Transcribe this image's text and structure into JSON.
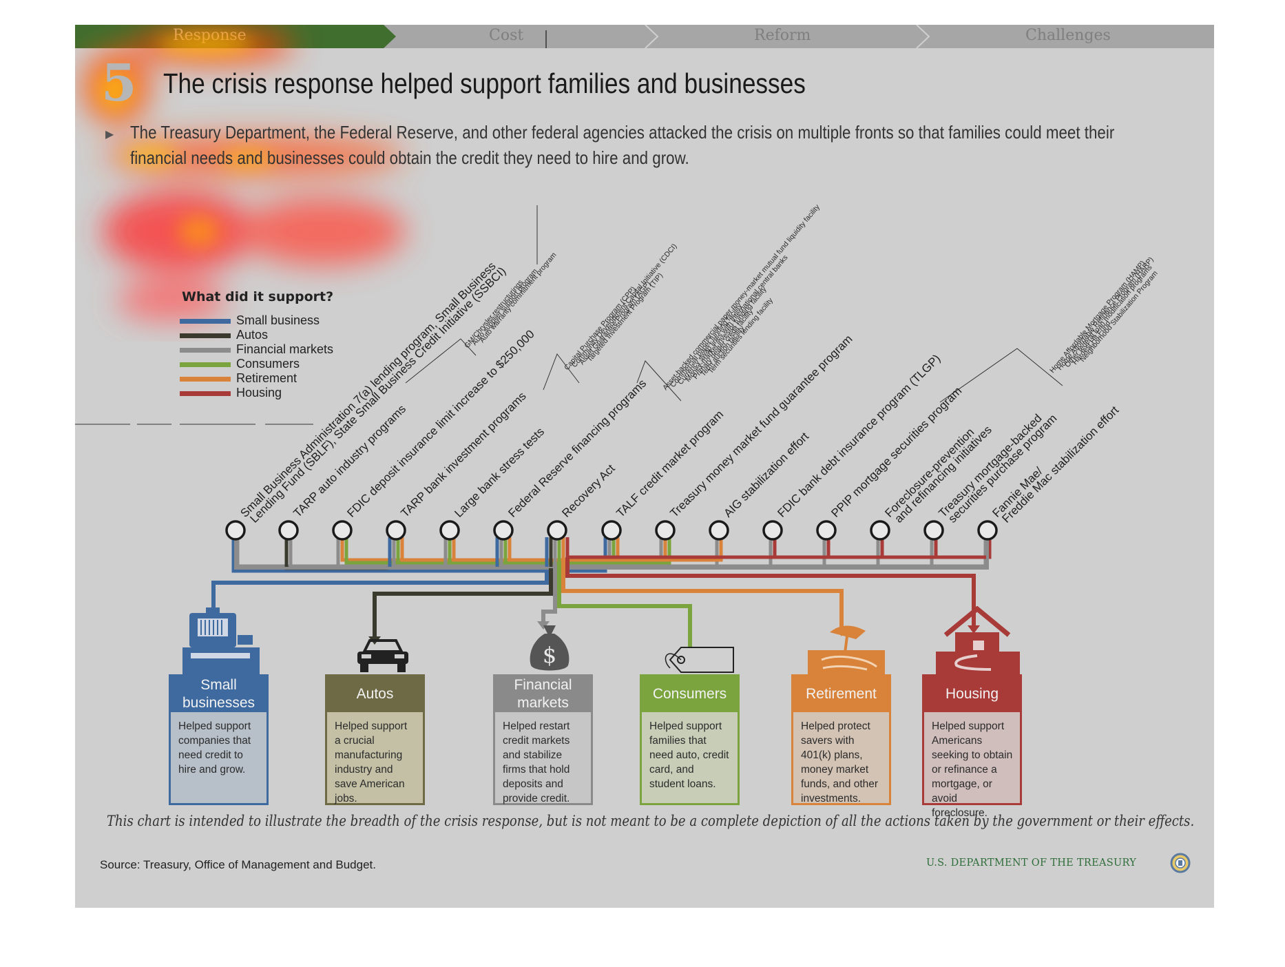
{
  "nav": {
    "tabs": [
      {
        "label": "Response",
        "active": true
      },
      {
        "label": "Cost",
        "active": false
      },
      {
        "label": "Reform",
        "active": false
      },
      {
        "label": "Challenges",
        "active": false
      }
    ]
  },
  "header": {
    "number": "5",
    "title": "The crisis response helped support families and businesses",
    "subtitle": "The Treasury Department, the Federal Reserve, and other federal agencies attacked the crisis on multiple fronts so that families could meet their financial needs and businesses could obtain the credit they need to hire and grow."
  },
  "legend": {
    "title": "What did it support?",
    "items": [
      {
        "label": "Small business",
        "color": "#3e6aa0"
      },
      {
        "label": "Autos",
        "color": "#3b3a2e"
      },
      {
        "label": "Financial markets",
        "color": "#8c8c8c"
      },
      {
        "label": "Consumers",
        "color": "#7ba43e"
      },
      {
        "label": "Retirement",
        "color": "#d8823a"
      },
      {
        "label": "Housing",
        "color": "#a83a38"
      }
    ]
  },
  "programs": [
    {
      "label": "Small Business Administration 7(a) lending program, Small Business",
      "label2": "Lending Fund (SBLF), State Small Business Credit Initiative (SSBCI)"
    },
    {
      "label": "TARP auto industry programs"
    },
    {
      "label": "FDIC deposit insurance limit increase to $250,000"
    },
    {
      "label": "TARP bank investment programs"
    },
    {
      "label": "Large bank stress tests"
    },
    {
      "label": "Federal Reserve financing programs"
    },
    {
      "label": "Recovery Act"
    },
    {
      "label": "TALF credit market program"
    },
    {
      "label": "Treasury money market fund guarantee program"
    },
    {
      "label": "AIG stabilization effort"
    },
    {
      "label": "FDIC bank debt insurance program (TLGP)"
    },
    {
      "label": "PPIP mortgage securities program"
    },
    {
      "label": "Foreclosure-prevention",
      "label2": "and refinancing initiatives"
    },
    {
      "label": "Treasury mortgage-backed",
      "label2": "securities purchase program"
    },
    {
      "label": "Fannie Mae/",
      "label2": "Freddie Mac stabilization effort"
    }
  ],
  "program_details": [
    {
      "items": [
        "GM/Chrysler restructurings",
        "Auto supplier support program",
        "Auto warranty commitment program"
      ]
    },
    {
      "items": [
        "Capital Purchase Program (CPP)",
        "Community Development Capital Initiative (CDCI)",
        "Asset Guarantee Program (AGP)",
        "Targeted Investment Program (TIP)"
      ]
    },
    {
      "items": [
        "Asset-backed commercial paper money-market mutual fund liquidity facility",
        "Commercial paper funding facility",
        "Currency swap lines with international central banks",
        "Money-market investor funding facility",
        "Primary dealer credit facility",
        "Term auction facility",
        "Term securities lending facility"
      ]
    },
    {
      "items": [
        "Home Affordable Mortgage Program (HAMP)",
        "Home Affordable Refinance Program (HARP)",
        "Other federal loan modification programs",
        "Hardest Hit Fund",
        "Neighborhood Stabilization Program"
      ]
    }
  ],
  "categories": [
    {
      "head1": "Small",
      "head2": "businesses",
      "color": "#3e6aa0",
      "bg": "#b7bfc9",
      "icon": "cash-register-icon",
      "desc": "Helped support companies that need credit to hire and grow."
    },
    {
      "head1": "Autos",
      "head2": "",
      "color": "#6e6a45",
      "bg": "#c3c0a5",
      "icon": "car-icon",
      "desc": "Helped support a crucial manufacturing industry and save American jobs."
    },
    {
      "head1": "Financial",
      "head2": "markets",
      "color": "#8a8a8a",
      "bg": "#c6c6c6",
      "icon": "money-bag-icon",
      "desc": "Helped restart credit markets and stabilize firms that hold deposits and provide credit."
    },
    {
      "head1": "Consumers",
      "head2": "",
      "color": "#7ba43e",
      "bg": "#c8cdb8",
      "icon": "price-tag-icon",
      "desc": "Helped support families that need auto, credit card, and student loans."
    },
    {
      "head1": "Retirement",
      "head2": "",
      "color": "#d8823a",
      "bg": "#d3c3b4",
      "icon": "beach-umbrella-icon",
      "desc": "Helped protect savers with 401(k) plans, money market funds, and other investments."
    },
    {
      "head1": "Housing",
      "head2": "",
      "color": "#a83a38",
      "bg": "#d0bebd",
      "icon": "house-icon",
      "desc": "Helped support Americans seeking to obtain or refinance a mortgage, or avoid foreclosure."
    }
  ],
  "footer": {
    "caption": "This chart is intended to illustrate the breadth of the crisis response, but is not meant to be a complete depiction of all the actions taken by the government or their effects.",
    "source": "Source: Treasury, Office of Management and Budget.",
    "agency": "U.S. DEPARTMENT OF THE TREASURY"
  }
}
